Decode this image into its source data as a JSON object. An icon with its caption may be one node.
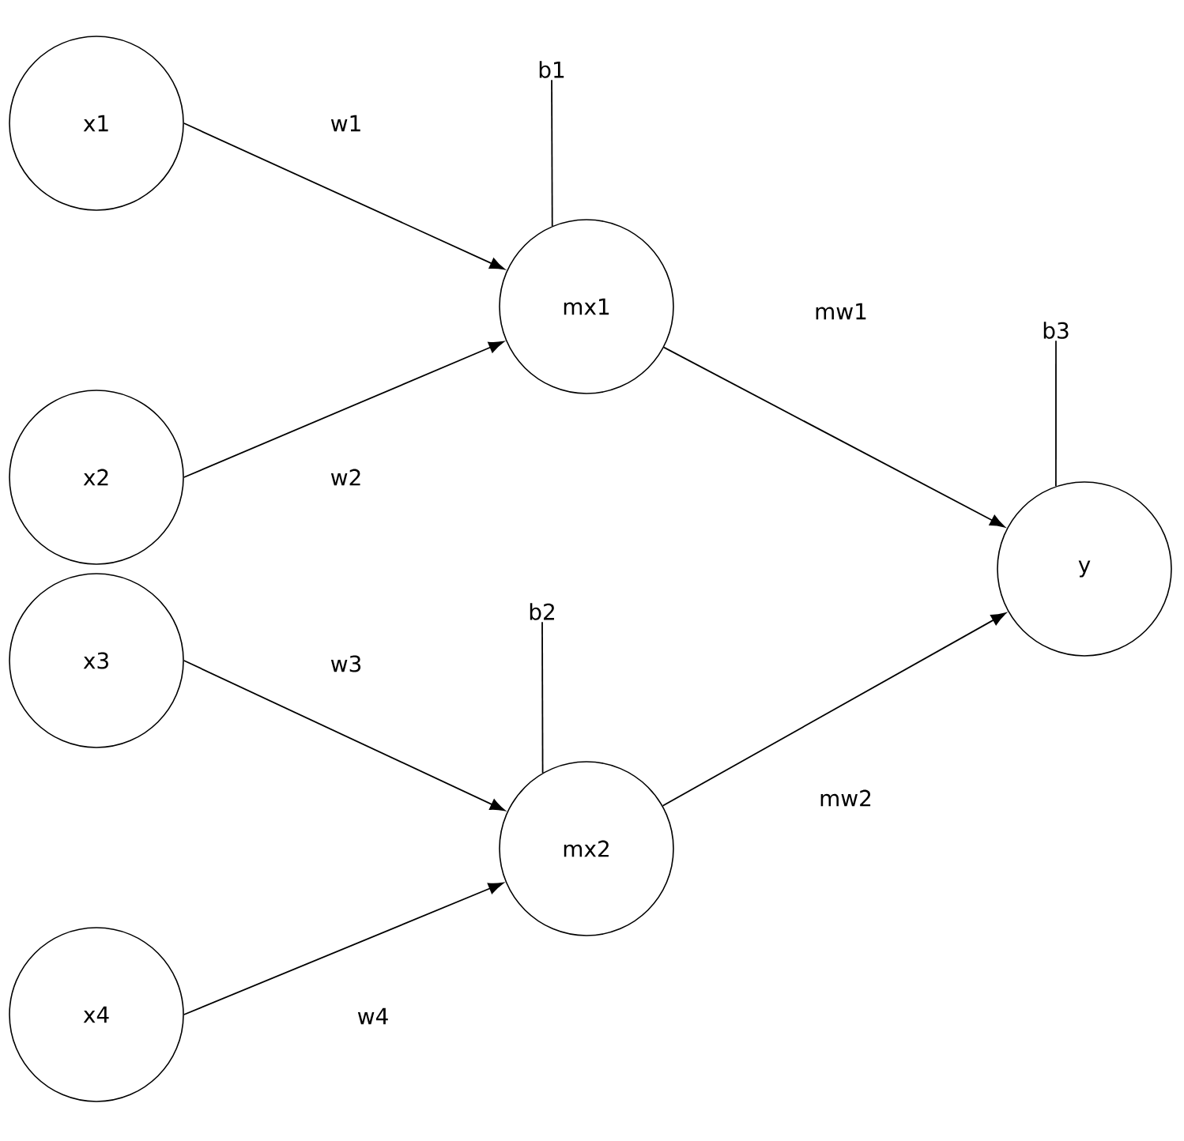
{
  "diagram": {
    "nodes": [
      {
        "text": [
          "x1"
        ]
      },
      {
        "text": [
          "x2"
        ]
      },
      {
        "text": [
          "x3"
        ]
      },
      {
        "text": [
          "x4"
        ]
      },
      {
        "text": [
          "mx1"
        ]
      },
      {
        "text": [
          "mx2"
        ]
      },
      {
        "text": [
          "y"
        ]
      },
      {
        "text": [
          "b1"
        ]
      },
      {
        "text": [
          "b2"
        ]
      },
      {
        "text": [
          "b3"
        ]
      }
    ],
    "edges": [
      {
        "from": 0,
        "to": 4,
        "arrow": "to",
        "label": "w1"
      },
      {
        "from": 1,
        "to": 4,
        "arrow": "to",
        "label": "w2"
      },
      {
        "from": 2,
        "to": 5,
        "arrow": "to",
        "label": "w3"
      },
      {
        "from": 3,
        "to": 5,
        "arrow": "to",
        "label": "w4"
      },
      {
        "from": 4,
        "to": 6,
        "arrow": "to",
        "label": "mw1"
      },
      {
        "from": 5,
        "to": 6,
        "arrow": "to",
        "label": "mw2"
      },
      {
        "from": 7,
        "to": 4,
        "arrow": "none"
      },
      {
        "from": 8,
        "to": 5,
        "arrow": "none"
      },
      {
        "from": 9,
        "to": 6,
        "arrow": "none"
      }
    ]
  }
}
